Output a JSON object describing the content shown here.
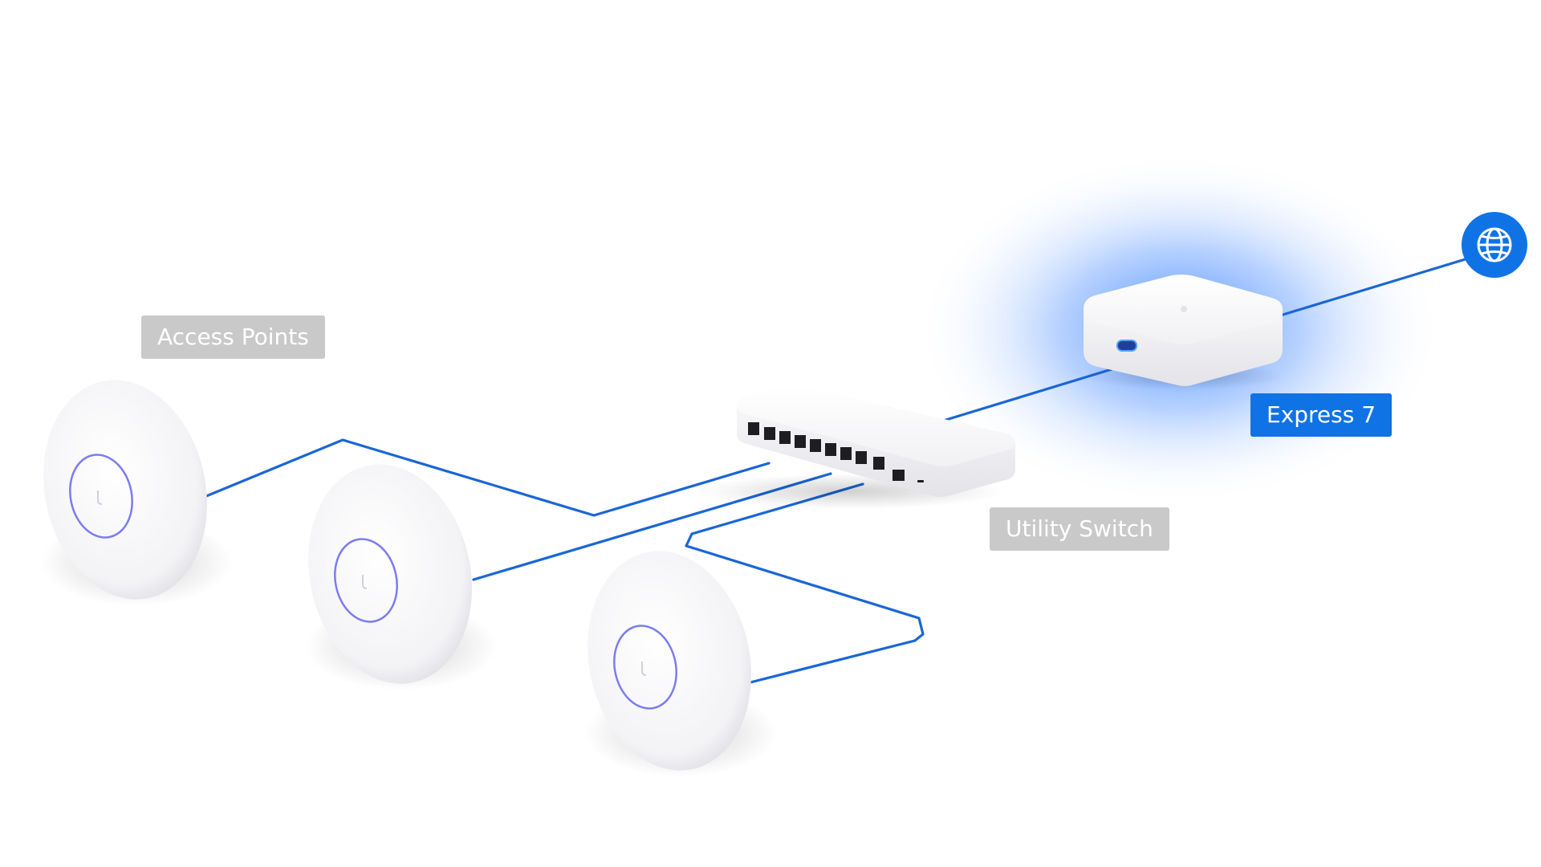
{
  "labels": {
    "access_points": "Access Points",
    "utility_switch": "Utility Switch",
    "gateway": "Express 7"
  },
  "colors": {
    "link": "#1a66d6",
    "accent_blue": "#0f73e6",
    "label_grey": "#c9c9c9",
    "device_white": "#f6f6f8",
    "led_ring": "#7b7cf0"
  },
  "icons": {
    "internet": "globe-icon"
  },
  "devices": [
    "access-point",
    "access-point",
    "access-point",
    "utility-switch",
    "express-gateway"
  ]
}
